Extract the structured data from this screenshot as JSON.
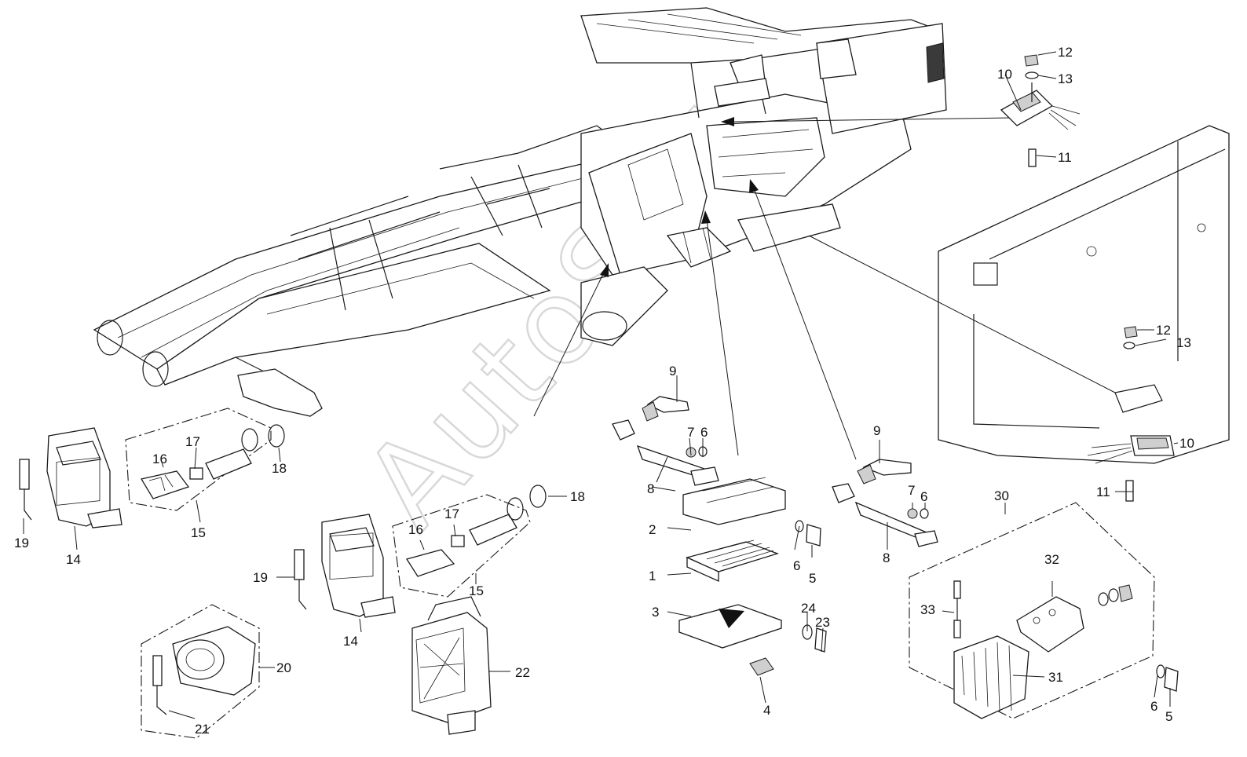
{
  "watermark": "AutoSoft",
  "callouts": {
    "n1": "1",
    "n2": "2",
    "n3": "3",
    "n4": "4",
    "n5a": "5",
    "n5b": "5",
    "n6a": "6",
    "n6b": "6",
    "n6c": "6",
    "n6d": "6",
    "n7a": "7",
    "n7b": "7",
    "n8a": "8",
    "n8b": "8",
    "n9a": "9",
    "n9b": "9",
    "n10a": "10",
    "n10b": "10",
    "n11a": "11",
    "n11b": "11",
    "n12a": "12",
    "n12b": "12",
    "n13a": "13",
    "n13b": "13",
    "n14a": "14",
    "n14b": "14",
    "n15a": "15",
    "n15b": "15",
    "n16a": "16",
    "n16b": "16",
    "n17a": "17",
    "n17b": "17",
    "n18a": "18",
    "n18b": "18",
    "n19a": "19",
    "n19b": "19",
    "n20": "20",
    "n21": "21",
    "n22": "22",
    "n23": "23",
    "n24": "24",
    "n30": "30",
    "n31": "31",
    "n32": "32",
    "n33": "33"
  }
}
